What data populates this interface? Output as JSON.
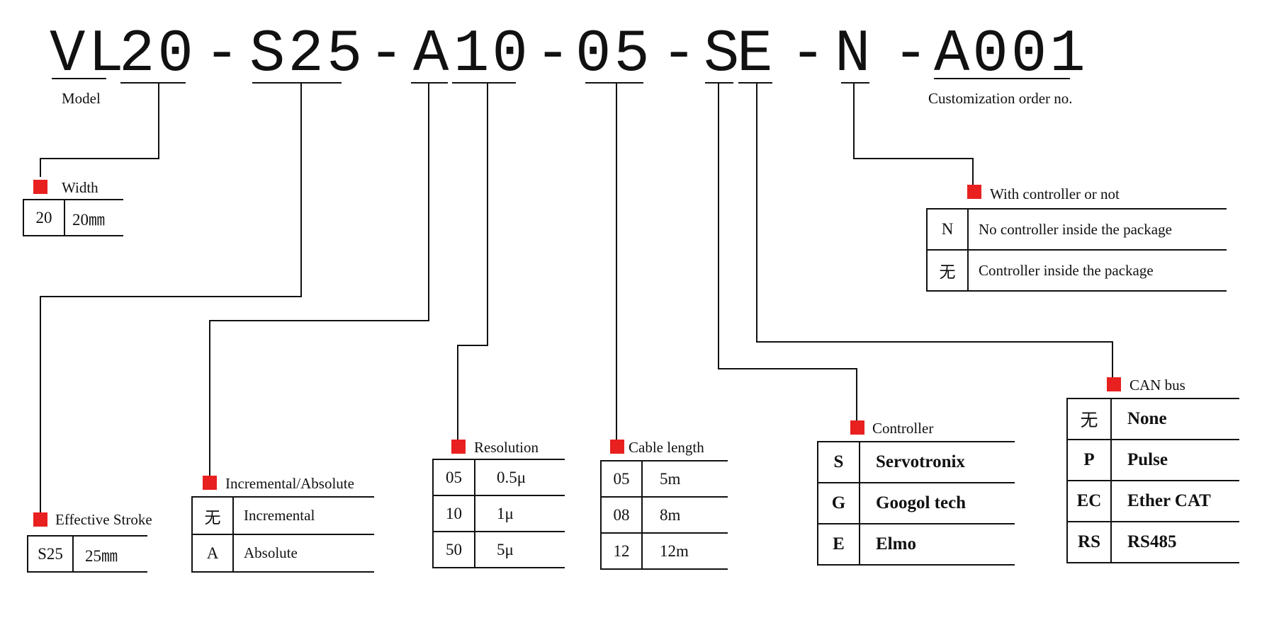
{
  "model_code": {
    "segments": [
      "VL",
      "20",
      "-",
      "S25",
      "-",
      "A",
      "10",
      "-",
      "05",
      "-",
      "S",
      "E",
      "-",
      "N",
      "-",
      "A001"
    ]
  },
  "labels": {
    "model": "Model",
    "customization": "Customization order no."
  },
  "accent_color": "#e8201f",
  "groups": {
    "width": {
      "title": "Width",
      "rows": [
        {
          "code": "20",
          "desc": "20㎜"
        }
      ]
    },
    "stroke": {
      "title": "Effective Stroke",
      "rows": [
        {
          "code": "S25",
          "desc": "25㎜"
        }
      ]
    },
    "encoder": {
      "title": "Incremental/Absolute",
      "rows": [
        {
          "code": "无",
          "desc": "Incremental"
        },
        {
          "code": "A",
          "desc": "Absolute"
        }
      ]
    },
    "resolution": {
      "title": "Resolution",
      "rows": [
        {
          "code": "05",
          "desc": "0.5μ"
        },
        {
          "code": "10",
          "desc": "1μ"
        },
        {
          "code": "50",
          "desc": "5μ"
        }
      ]
    },
    "cable": {
      "title": "Cable length",
      "rows": [
        {
          "code": "05",
          "desc": "5m"
        },
        {
          "code": "08",
          "desc": "8m"
        },
        {
          "code": "12",
          "desc": "12m"
        }
      ]
    },
    "controller": {
      "title": "Controller",
      "rows": [
        {
          "code": "S",
          "desc": "Servotronix"
        },
        {
          "code": "G",
          "desc": "Googol tech"
        },
        {
          "code": "E",
          "desc": "Elmo"
        }
      ]
    },
    "canbus": {
      "title": "CAN bus",
      "rows": [
        {
          "code": "无",
          "desc": "None"
        },
        {
          "code": "P",
          "desc": "Pulse"
        },
        {
          "code": "EC",
          "desc": "Ether CAT"
        },
        {
          "code": "RS",
          "desc": "RS485"
        }
      ]
    },
    "with_controller": {
      "title": "With controller or not",
      "rows": [
        {
          "code": "N",
          "desc": "No controller inside the package"
        },
        {
          "code": "无",
          "desc": "Controller inside the package"
        }
      ]
    }
  }
}
